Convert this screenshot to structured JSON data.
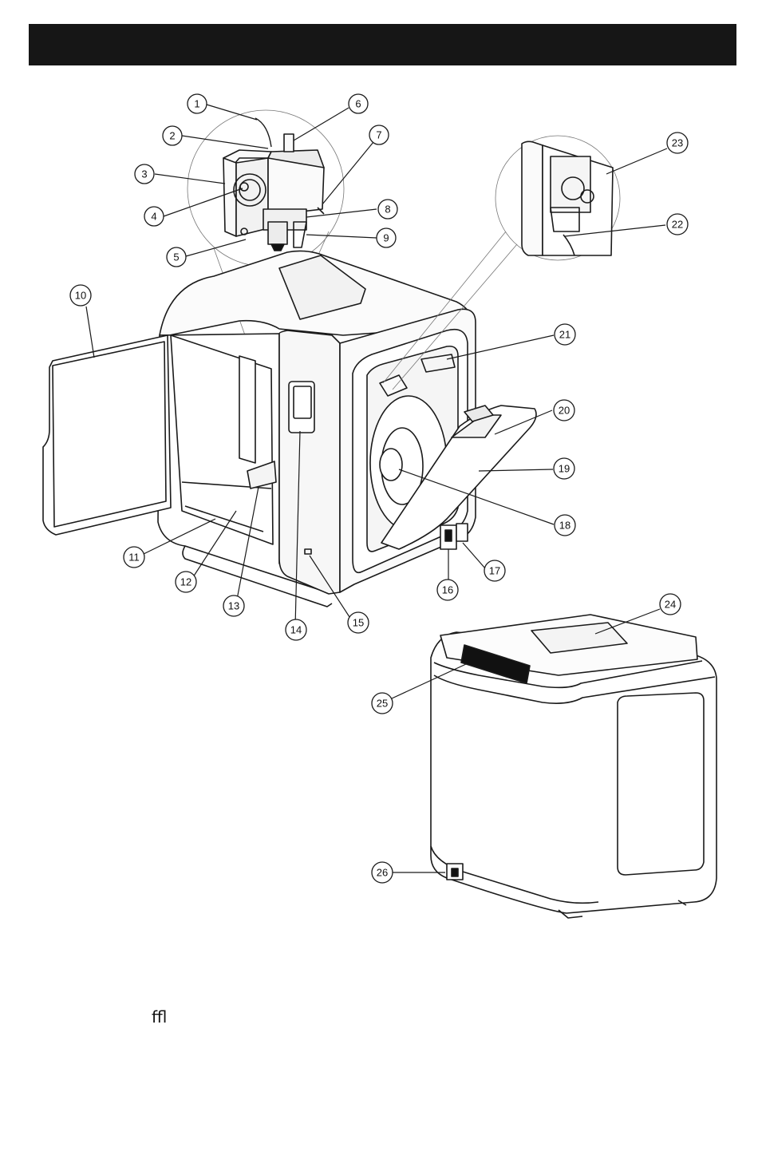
{
  "callouts": [
    {
      "id": "1",
      "label": "1"
    },
    {
      "id": "2",
      "label": "2"
    },
    {
      "id": "3",
      "label": "3"
    },
    {
      "id": "4",
      "label": "4"
    },
    {
      "id": "5",
      "label": "5"
    },
    {
      "id": "6",
      "label": "6"
    },
    {
      "id": "7",
      "label": "7"
    },
    {
      "id": "8",
      "label": "8"
    },
    {
      "id": "9",
      "label": "9"
    },
    {
      "id": "10",
      "label": "10"
    },
    {
      "id": "11",
      "label": "11"
    },
    {
      "id": "12",
      "label": "12"
    },
    {
      "id": "13",
      "label": "13"
    },
    {
      "id": "14",
      "label": "14"
    },
    {
      "id": "15",
      "label": "15"
    },
    {
      "id": "16",
      "label": "16"
    },
    {
      "id": "17",
      "label": "17"
    },
    {
      "id": "18",
      "label": "18"
    },
    {
      "id": "19",
      "label": "19"
    },
    {
      "id": "20",
      "label": "20"
    },
    {
      "id": "21",
      "label": "21"
    },
    {
      "id": "22",
      "label": "22"
    },
    {
      "id": "23",
      "label": "23"
    },
    {
      "id": "24",
      "label": "24"
    },
    {
      "id": "25",
      "label": "25"
    },
    {
      "id": "26",
      "label": "26"
    }
  ],
  "footer": {
    "text": "ffl"
  },
  "colors": {
    "header": "#161616",
    "line": "#1a1a1a",
    "panel": "#f3f3f3"
  }
}
